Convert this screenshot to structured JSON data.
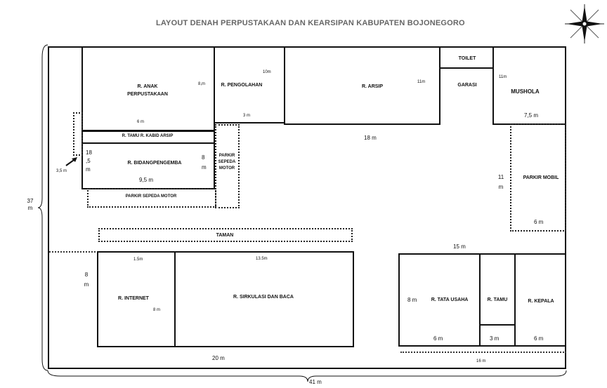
{
  "title": "LAYOUT DENAH PERPUSTAKAAN DAN KEARSIPAN KABUPATEN BOJONEGORO",
  "rooms": {
    "anak": "R. ANAK PERPUSTAKAAN",
    "pengolahan": "R. PENGOLAHAN",
    "arsip": "R. ARSIP",
    "toilet": "TOILET",
    "garasi": "GARASI",
    "mushola": "MUSHOLA",
    "tamu_kabid": "R. TAMU R. KABID ARSIP",
    "bidang": "R. BIDANGPENGEMBA",
    "parkir_sepeda_v": "PARKIR SEPEDA MOTOR",
    "parkir_sepeda_h": "PARKIR SEPEDA MOTOR",
    "parkir_mobil": "PARKIR MOBIL",
    "taman": "TAMAN",
    "internet": "R. INTERNET",
    "sirkulasi": "R. SIRKULASI DAN BACA",
    "tata_usaha": "R. TATA USAHA",
    "tamu": "R. TAMU",
    "kepala": "R. KEPALA"
  },
  "dims": {
    "d_37": "37 m",
    "d_41": "41 m",
    "d_20": "20 m",
    "d_18": "18 m",
    "d_15": "15 m",
    "d_16": "16 m",
    "d_11m": "11 m",
    "d_8_left": "8 m",
    "d_8_tu": "8 m",
    "d_6_tu": "6 m",
    "d_3_tamu": "3 m",
    "d_6_kepala": "6 m",
    "d_6_mobil": "6 m",
    "d_7_5": "7,5 m",
    "d_11_mushola": "11m",
    "d_11_arsip": "11m",
    "d_10_peng": "10m",
    "d_3_peng": "3 m",
    "d_6_anak": "6 m",
    "d_8_anak": "8,m",
    "d_18_5": "18 ,5 m",
    "d_8_bid": "8 m",
    "d_9_5": "9,5 m",
    "d_3_5": "3,5 m",
    "d_1_5": "1.5m",
    "d_13_5": "13.5m",
    "d_8_internet": "8 m"
  }
}
